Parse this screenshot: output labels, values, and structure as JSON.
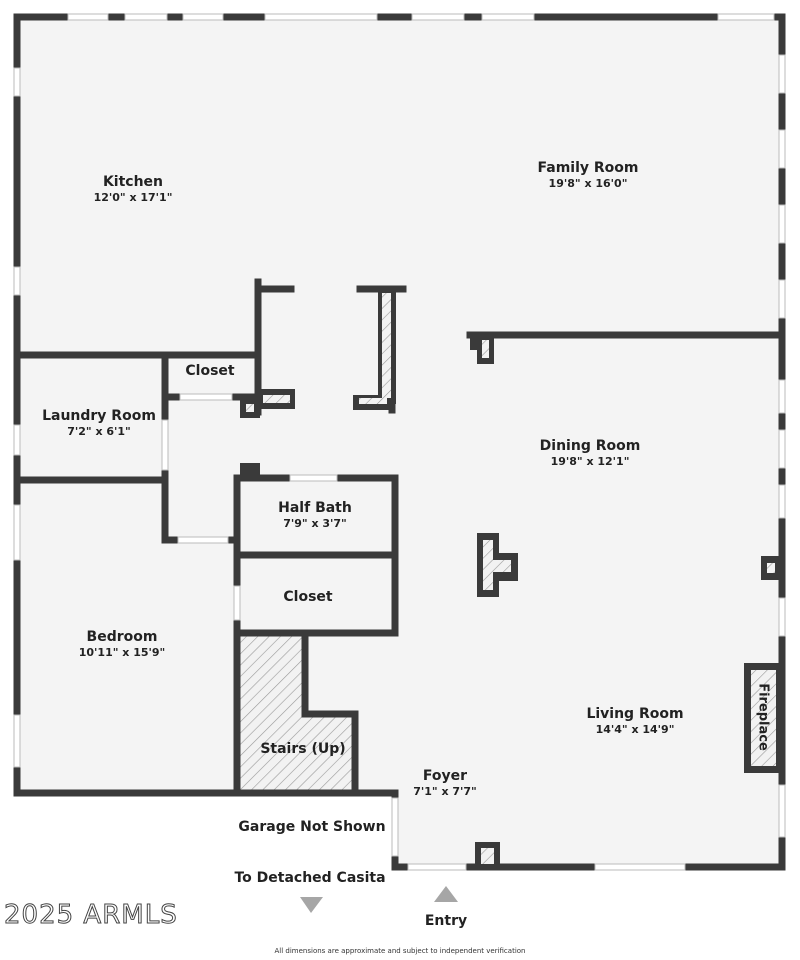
{
  "rooms": [
    {
      "name": "Kitchen",
      "dims": "12'0\" x 17'1\""
    },
    {
      "name": "Family Room",
      "dims": "19'8\" x 16'0\""
    },
    {
      "name": "Closet",
      "dims": ""
    },
    {
      "name": "Laundry Room",
      "dims": "7'2\" x 6'1\""
    },
    {
      "name": "Dining Room",
      "dims": "19'8\" x 12'1\""
    },
    {
      "name": "Half Bath",
      "dims": "7'9\" x 3'7\""
    },
    {
      "name": "Closet",
      "dims": ""
    },
    {
      "name": "Bedroom",
      "dims": "10'11\" x 15'9\""
    },
    {
      "name": "Stairs (Up)",
      "dims": ""
    },
    {
      "name": "Living Room",
      "dims": "14'4\" x 14'9\""
    },
    {
      "name": "Foyer",
      "dims": "7'1\" x 7'7\""
    }
  ],
  "fireplace": "Fireplace",
  "notes": {
    "garage": "Garage Not Shown",
    "casita": "To Detached Casita",
    "entry": "Entry"
  },
  "watermark": "2025 ARMLS",
  "disclaimer": "All dimensions are approximate and subject to independent verification",
  "colors": {
    "wall": "#3a3a3a",
    "floor": "#f4f4f4",
    "arrow": "#a6a6a6"
  }
}
